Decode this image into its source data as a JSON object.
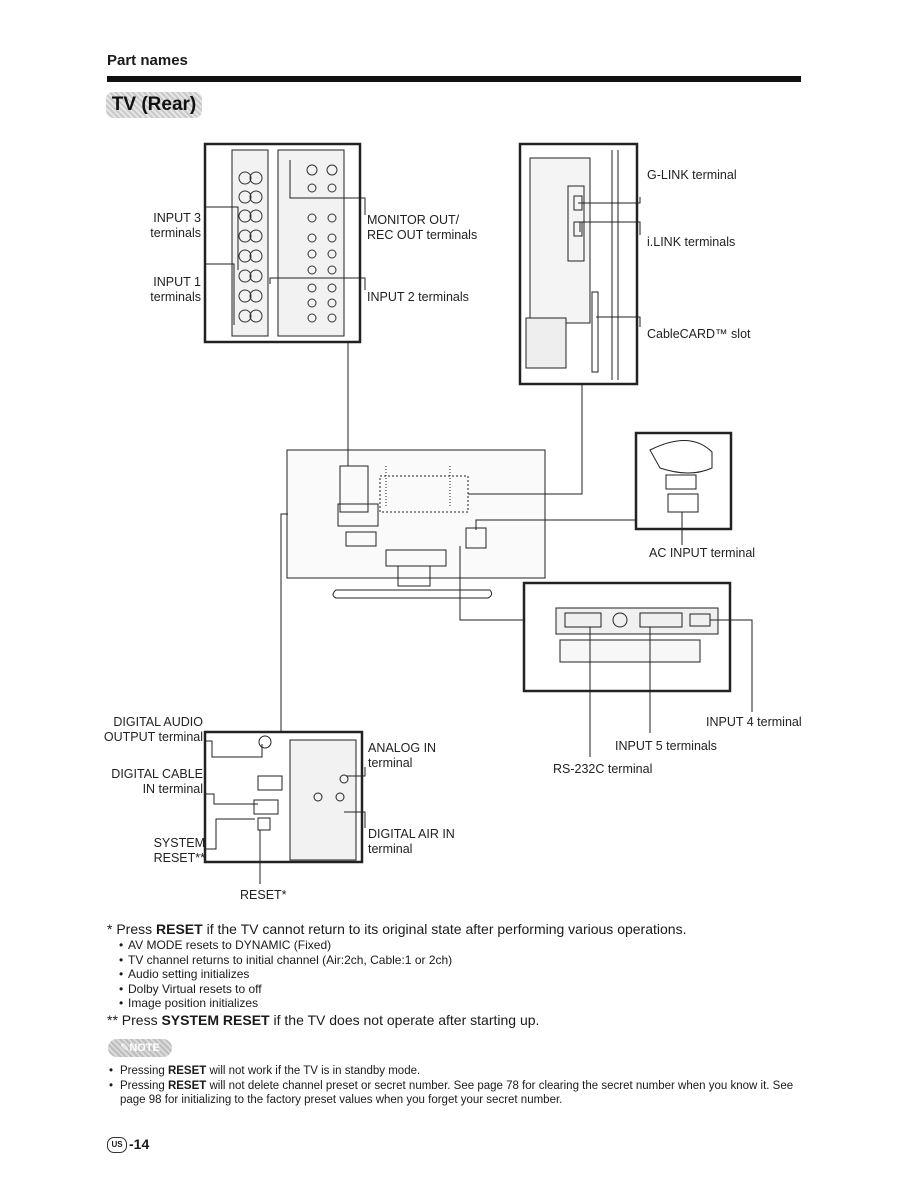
{
  "header": {
    "section_title": "Part names",
    "badge": "TV (Rear)"
  },
  "labels": {
    "input3": [
      "INPUT 3",
      "terminals"
    ],
    "input1": [
      "INPUT 1",
      "terminals"
    ],
    "monitor_out": [
      "MONITOR OUT/",
      "REC OUT terminals"
    ],
    "input2": "INPUT 2 terminals",
    "glink": "G-LINK terminal",
    "ilink": "i.LINK terminals",
    "cablecard": "CableCARD™ slot",
    "ac_input": "AC INPUT terminal",
    "digital_audio": [
      "DIGITAL AUDIO",
      "OUTPUT terminal"
    ],
    "digital_cable": [
      "DIGITAL CABLE",
      "IN terminal"
    ],
    "system_reset": [
      "SYSTEM",
      "RESET**"
    ],
    "reset": "RESET*",
    "analog_in": [
      "ANALOG IN",
      "terminal"
    ],
    "digital_air": [
      "DIGITAL AIR IN",
      "terminal"
    ],
    "input4": "INPUT 4 terminal",
    "input5": "INPUT 5 terminals",
    "rs232c": "RS-232C terminal"
  },
  "notes": {
    "reset_prefix": "* Press ",
    "reset_bold": "RESET",
    "reset_rest": " if the TV cannot return to its original state after performing various operations.",
    "reset_items": [
      "AV MODE resets to DYNAMIC (Fixed)",
      "TV channel returns to initial channel (Air:2ch, Cable:1 or 2ch)",
      "Audio setting initializes",
      "Dolby Virtual resets to off",
      "Image position initializes"
    ],
    "system_prefix": "** Press ",
    "system_bold": "SYSTEM RESET",
    "system_rest": " if the TV does not operate after starting up."
  },
  "note_box": {
    "badge": "NOTE",
    "items": [
      {
        "pre": "Pressing ",
        "bold": "RESET",
        "post": " will not work if the TV is in standby mode."
      },
      {
        "pre": "Pressing ",
        "bold": "RESET",
        "post": " will not delete channel preset or secret number. See page 78 for clearing the secret number when you know it. See page 98 for initializing to the factory preset values when you forget your secret number."
      }
    ]
  },
  "footer": {
    "region": "US",
    "page": "-14"
  }
}
